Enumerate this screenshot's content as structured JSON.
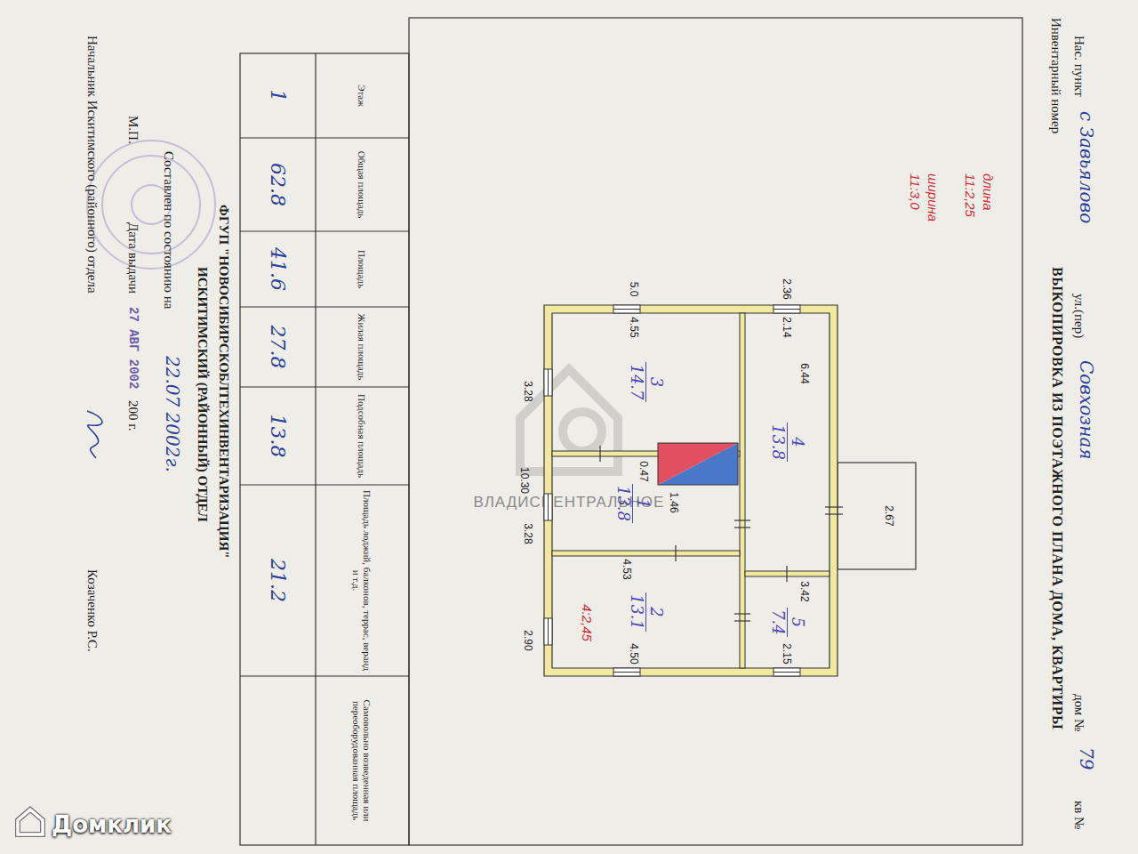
{
  "diagram": {
    "title": "ВЫКОПИРОВКА ИЗ ПОЭТАЖНОГО ПЛАНА ДОМА, КВАРТИРЫ",
    "nodes": [
      {
        "text": [
          "4",
          "13.8"
        ]
      },
      {
        "text": [
          "5",
          "7.4"
        ]
      },
      {
        "text": [
          "3",
          "14.7"
        ]
      },
      {
        "text": [
          "1",
          "13.8"
        ]
      },
      {
        "text": [
          "2",
          "13.1"
        ]
      }
    ],
    "labels": [
      "Нас. пункт",
      "с Завьялово",
      "ул.(пер)",
      "Совхозная",
      "дом №",
      "79",
      "кв №",
      "Инвентарный номер",
      "длина",
      "11:2,25",
      "ширина",
      "11:3,0",
      "2.36",
      "2.14",
      "5.0",
      "4.55",
      "6.44",
      "3.28",
      "0.47",
      "1.46",
      "10.30",
      "3.28",
      "4.53",
      "2.67",
      "3.42",
      "2.90",
      "4.50",
      "2.15",
      "4:2,45",
      "Этаж",
      "Общая площадь",
      "Площадь",
      "Жилая площадь",
      "Подсобная площадь",
      "Площадь лоджий, балконов, террас, веранд и т.д.",
      "Самовольно возведенная или переоборудованная площадь",
      "1",
      "62.8",
      "41.6",
      "27.8",
      "13.8",
      "21.2",
      "ФГУП \"НОВОСИБИРСКОБЛТЕХИНВЕНТАРИЗАЦИЯ\"",
      "ИСКИТИМСКИЙ (РАЙОННЫЙ) ОТДЕЛ",
      "Составлен по состоянию на",
      "22.07 2002г.",
      "М.П.",
      "Дата выдачи",
      "27 АВГ 2002",
      "200 г.",
      "Начальник Искитимского (районного) отдела",
      "Козаченко Р.С.",
      "ВЛАДИСЦЕНТРАЛЬНОЕ",
      "Домклик"
    ]
  }
}
